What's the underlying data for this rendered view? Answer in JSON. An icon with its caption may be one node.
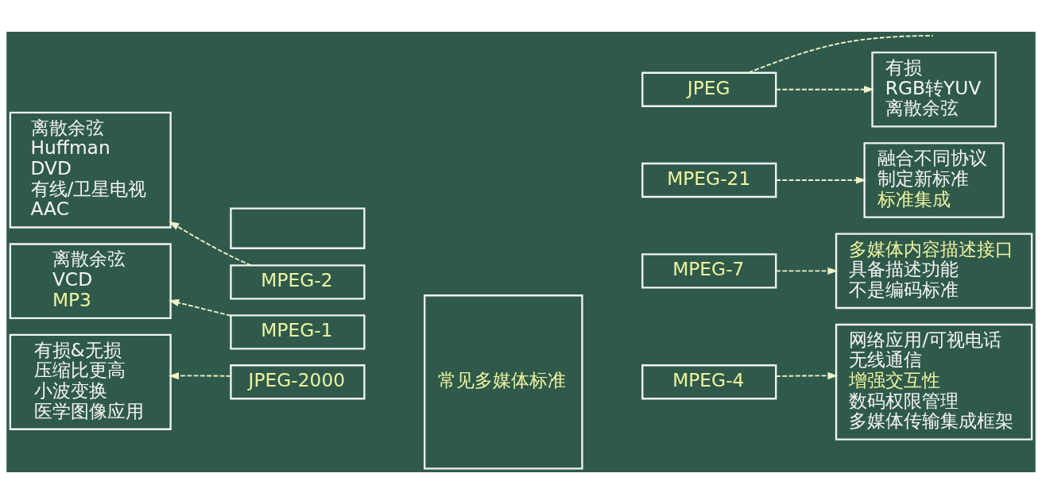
{
  "diagram": {
    "nodes": [
      {
        "text": [
          "有损&无损",
          "压缩比更高",
          "小波变换",
          "医学图像应用"
        ]
      },
      {
        "text": [
          "离散余弦",
          "VCD",
          "MP3"
        ]
      },
      {
        "text": [
          "离散余弦",
          "Huffman",
          "DVD",
          "有线/卫星电视",
          "AAC"
        ]
      },
      {
        "text": [
          "JPEG-2000"
        ]
      },
      {
        "text": [
          "MPEG-1"
        ]
      },
      {
        "text": [
          "MPEG-2"
        ]
      },
      {
        "text": [],
        "shape": "box"
      },
      {
        "text": [
          "常见多媒体标准"
        ]
      },
      {
        "text": [
          "MPEG-4"
        ]
      },
      {
        "text": [
          "MPEG-7"
        ]
      },
      {
        "text": [
          "MPEG-21"
        ]
      },
      {
        "text": [
          "JPEG"
        ]
      },
      {
        "text": [
          "网络应用/可视电话",
          "无线通信",
          "增强交互性",
          "数码权限管理",
          "多媒体传输集成框架"
        ]
      },
      {
        "text": [
          "多媒体内容描述接口",
          "具备描述功能",
          "不是编码标准"
        ]
      },
      {
        "text": [
          "融合不同协议",
          "制定新标准",
          "标准集成"
        ]
      },
      {
        "text": [
          "有损",
          "RGB转YUV",
          "离散余弦"
        ]
      }
    ],
    "edges": [
      {
        "from": 3,
        "to": 0,
        "arrow": "to",
        "style": "dashed"
      },
      {
        "from": 4,
        "to": 1,
        "arrow": "to",
        "style": "dashed"
      },
      {
        "from": 5,
        "to": 2,
        "arrow": "to",
        "style": "dashed"
      },
      {
        "from": 8,
        "to": 12,
        "arrow": "to",
        "style": "dashed"
      },
      {
        "from": 9,
        "to": 13,
        "arrow": "to",
        "style": "dashed"
      },
      {
        "from": 10,
        "to": 14,
        "arrow": "to",
        "style": "dashed"
      },
      {
        "from": 11,
        "to": null,
        "arrow": "none",
        "style": "dashed"
      },
      {
        "from": 11,
        "to": 15,
        "arrow": "to",
        "style": "dashed"
      }
    ]
  }
}
